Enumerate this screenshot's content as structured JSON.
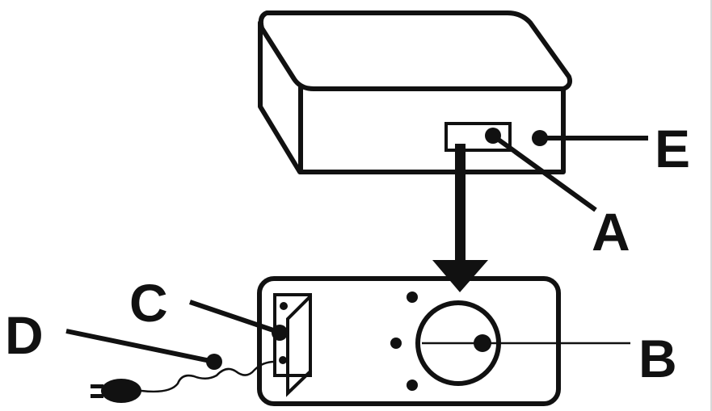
{
  "diagram": {
    "type": "device connection illustration",
    "colors": {
      "stroke": "#111111",
      "background": "#ffffff"
    },
    "components": {
      "device": {
        "name": "set-top box",
        "shape": "3d-box"
      },
      "wall_plate": {
        "name": "wall socket panel",
        "shape": "rounded-rectangle"
      },
      "power_plug": {
        "name": "power plug with cord"
      }
    },
    "labels": {
      "A": "A",
      "B": "B",
      "C": "C",
      "D": "D",
      "E": "E"
    },
    "callouts": [
      {
        "label": "A",
        "target": "port inside recessed panel on device front"
      },
      {
        "label": "B",
        "target": "round connector on wall panel"
      },
      {
        "label": "C",
        "target": "switch on wall panel"
      },
      {
        "label": "D",
        "target": "power cord"
      },
      {
        "label": "E",
        "target": "indicator on device front"
      }
    ],
    "arrow": {
      "from": "device port panel",
      "to": "wall panel connector B",
      "direction": "down"
    }
  }
}
